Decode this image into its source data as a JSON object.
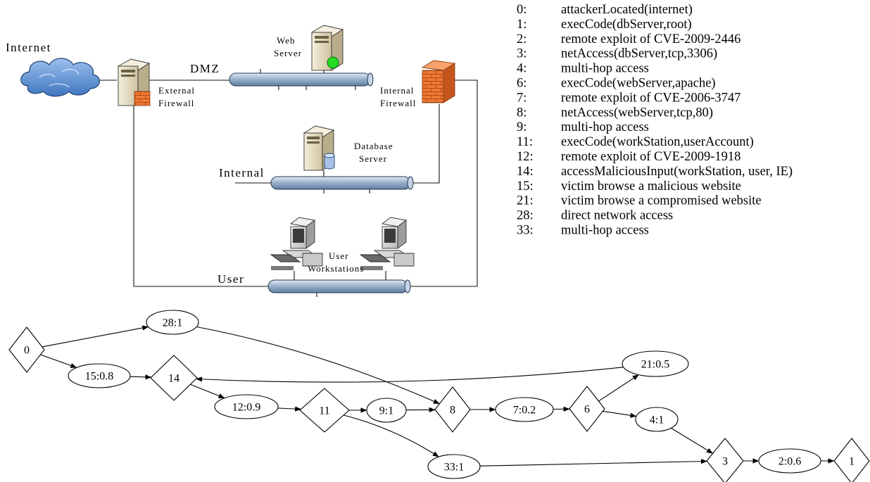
{
  "network": {
    "internet_label": "Internet",
    "dmz_label": "DMZ",
    "internal_label": "Internal",
    "user_label": "User",
    "web_server_label_1": "Web",
    "web_server_label_2": "Server",
    "external_firewall_label_1": "External",
    "external_firewall_label_2": "Firewall",
    "internal_firewall_label_1": "Internal",
    "internal_firewall_label_2": "Firewall",
    "database_server_label_1": "Database",
    "database_server_label_2": "Server",
    "workstations_label_1": "User",
    "workstations_label_2": "Workstations",
    "colors": {
      "bus": "#9db3cc",
      "cloud": "#5a8fd0",
      "firewall_brick": "#e8722c",
      "server_body": "#e6dcc0",
      "status_led": "#22dd22"
    }
  },
  "legend": [
    {
      "id": "0:",
      "text": "attackerLocated(internet)"
    },
    {
      "id": "1:",
      "text": "execCode(dbServer,root)"
    },
    {
      "id": "2:",
      "text": "remote exploit of CVE-2009-2446"
    },
    {
      "id": "3:",
      "text": "netAccess(dbServer,tcp,3306)"
    },
    {
      "id": "4:",
      "text": "multi-hop access"
    },
    {
      "id": "6:",
      "text": "execCode(webServer,apache)"
    },
    {
      "id": "7:",
      "text": "remote exploit of CVE-2006-3747"
    },
    {
      "id": "8:",
      "text": "netAccess(webServer,tcp,80)"
    },
    {
      "id": "9:",
      "text": "multi-hop access"
    },
    {
      "id": "11:",
      "text": "execCode(workStation,userAccount)"
    },
    {
      "id": "12:",
      "text": "remote exploit of CVE-2009-1918"
    },
    {
      "id": "14:",
      "text": "accessMaliciousInput(workStation, user, IE)"
    },
    {
      "id": "15:",
      "text": "victim browse a malicious website"
    },
    {
      "id": "21:",
      "text": "victim browse a compromised website"
    },
    {
      "id": "28:",
      "text": "direct network access"
    },
    {
      "id": "33:",
      "text": "multi-hop access"
    }
  ],
  "attack_graph": {
    "nodes": [
      {
        "key": "n0",
        "label": "0",
        "shape": "diamond"
      },
      {
        "key": "n28",
        "label": "28:1",
        "shape": "ellipse"
      },
      {
        "key": "n15",
        "label": "15:0.8",
        "shape": "ellipse"
      },
      {
        "key": "n14",
        "label": "14",
        "shape": "diamond"
      },
      {
        "key": "n12",
        "label": "12:0.9",
        "shape": "ellipse"
      },
      {
        "key": "n11",
        "label": "11",
        "shape": "diamond"
      },
      {
        "key": "n9",
        "label": "9:1",
        "shape": "ellipse"
      },
      {
        "key": "n8",
        "label": "8",
        "shape": "diamond"
      },
      {
        "key": "n7",
        "label": "7:0.2",
        "shape": "ellipse"
      },
      {
        "key": "n6",
        "label": "6",
        "shape": "diamond"
      },
      {
        "key": "n21",
        "label": "21:0.5",
        "shape": "ellipse"
      },
      {
        "key": "n4",
        "label": "4:1",
        "shape": "ellipse"
      },
      {
        "key": "n3",
        "label": "3",
        "shape": "diamond"
      },
      {
        "key": "n2",
        "label": "2:0.6",
        "shape": "ellipse"
      },
      {
        "key": "n1",
        "label": "1",
        "shape": "diamond"
      },
      {
        "key": "n33",
        "label": "33:1",
        "shape": "ellipse"
      }
    ],
    "edges": [
      {
        "from": "n0",
        "to": "n28"
      },
      {
        "from": "n0",
        "to": "n15"
      },
      {
        "from": "n15",
        "to": "n14"
      },
      {
        "from": "n21",
        "to": "n14"
      },
      {
        "from": "n14",
        "to": "n12"
      },
      {
        "from": "n12",
        "to": "n11"
      },
      {
        "from": "n11",
        "to": "n9"
      },
      {
        "from": "n11",
        "to": "n33"
      },
      {
        "from": "n9",
        "to": "n8"
      },
      {
        "from": "n28",
        "to": "n8"
      },
      {
        "from": "n8",
        "to": "n7"
      },
      {
        "from": "n7",
        "to": "n6"
      },
      {
        "from": "n6",
        "to": "n21"
      },
      {
        "from": "n6",
        "to": "n4"
      },
      {
        "from": "n4",
        "to": "n3"
      },
      {
        "from": "n33",
        "to": "n3"
      },
      {
        "from": "n3",
        "to": "n2"
      },
      {
        "from": "n2",
        "to": "n1"
      }
    ]
  }
}
